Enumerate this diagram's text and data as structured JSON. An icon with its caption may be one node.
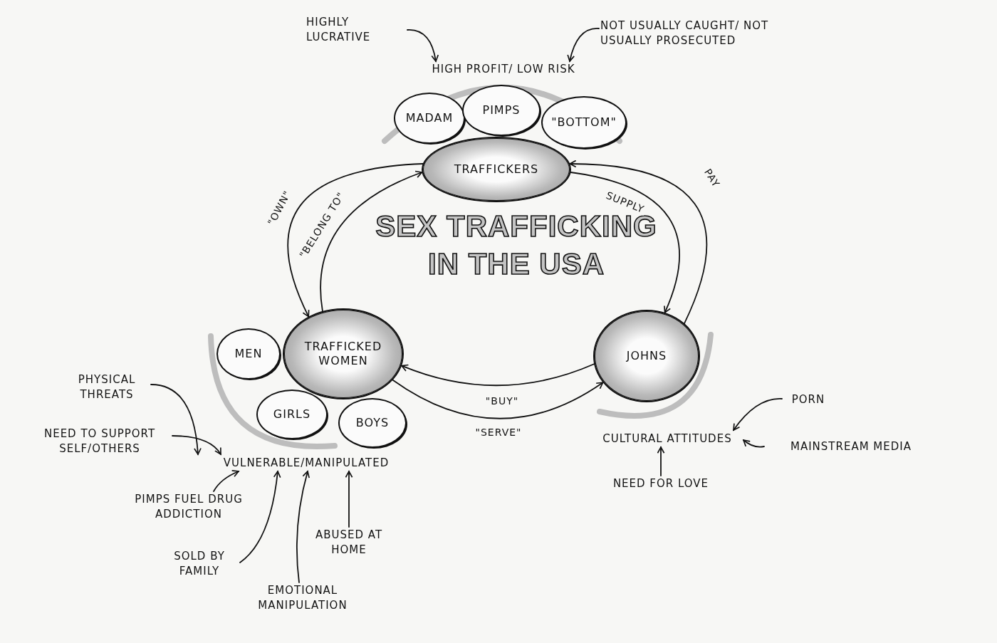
{
  "diagram": {
    "title": "SEX TRAFFICKING IN THE USA",
    "nodes": [
      {
        "text": [
          "HIGHLY LUCRATIVE"
        ]
      },
      {
        "text": [
          "NOT USUALLY CAUGHT/ NOT USUALLY PROSECUTED"
        ]
      },
      {
        "text": [
          "HIGH PROFIT/ LOW RISK"
        ]
      },
      {
        "text": [
          "MADAM"
        ]
      },
      {
        "text": [
          "PIMPS"
        ]
      },
      {
        "text": [
          "\"BOTTOM\""
        ]
      },
      {
        "text": [
          "TRAFFICKERS"
        ]
      },
      {
        "text": [
          "MEN"
        ]
      },
      {
        "text": [
          "TRAFFICKED WOMEN"
        ]
      },
      {
        "text": [
          "GIRLS"
        ]
      },
      {
        "text": [
          "BOYS"
        ]
      },
      {
        "text": [
          "JOHNS"
        ]
      },
      {
        "text": [
          "PHYSICAL THREATS"
        ]
      },
      {
        "text": [
          "NEED TO SUPPORT SELF/OTHERS"
        ]
      },
      {
        "text": [
          "PIMPS FUEL DRUG ADDICTION"
        ]
      },
      {
        "text": [
          "SOLD BY FAMILY"
        ]
      },
      {
        "text": [
          "EMOTIONAL MANIPULATION"
        ]
      },
      {
        "text": [
          "ABUSED AT HOME"
        ]
      },
      {
        "text": [
          "VULNERABLE/MANIPULATED"
        ]
      },
      {
        "text": [
          "CULTURAL ATTITUDES"
        ]
      },
      {
        "text": [
          "PORN"
        ]
      },
      {
        "text": [
          "MAINSTREAM MEDIA"
        ]
      },
      {
        "text": [
          "NEED FOR LOVE"
        ]
      }
    ],
    "edges": [
      {
        "from": 0,
        "to": 2,
        "arrow": "to"
      },
      {
        "from": 1,
        "to": 2,
        "arrow": "to"
      },
      {
        "from": 6,
        "to": 8,
        "arrow": "to",
        "label": "\"OWN\""
      },
      {
        "from": 8,
        "to": 6,
        "arrow": "to",
        "label": "\"BELONG TO\""
      },
      {
        "from": 6,
        "to": 11,
        "arrow": "to",
        "label": "SUPPLY"
      },
      {
        "from": 11,
        "to": 6,
        "arrow": "to",
        "label": "PAY"
      },
      {
        "from": 11,
        "to": 8,
        "arrow": "to",
        "label": "\"BUY\""
      },
      {
        "from": 8,
        "to": 11,
        "arrow": "to",
        "label": "\"SERVE\""
      },
      {
        "from": 12,
        "to": 18,
        "arrow": "to"
      },
      {
        "from": 13,
        "to": 18,
        "arrow": "to"
      },
      {
        "from": 14,
        "to": 18,
        "arrow": "to"
      },
      {
        "from": 15,
        "to": 18,
        "arrow": "to"
      },
      {
        "from": 16,
        "to": 18,
        "arrow": "to"
      },
      {
        "from": 17,
        "to": 18,
        "arrow": "to"
      },
      {
        "from": 20,
        "to": 19,
        "arrow": "to"
      },
      {
        "from": 21,
        "to": 19,
        "arrow": "to"
      },
      {
        "from": 22,
        "to": 19,
        "arrow": "to"
      }
    ]
  }
}
